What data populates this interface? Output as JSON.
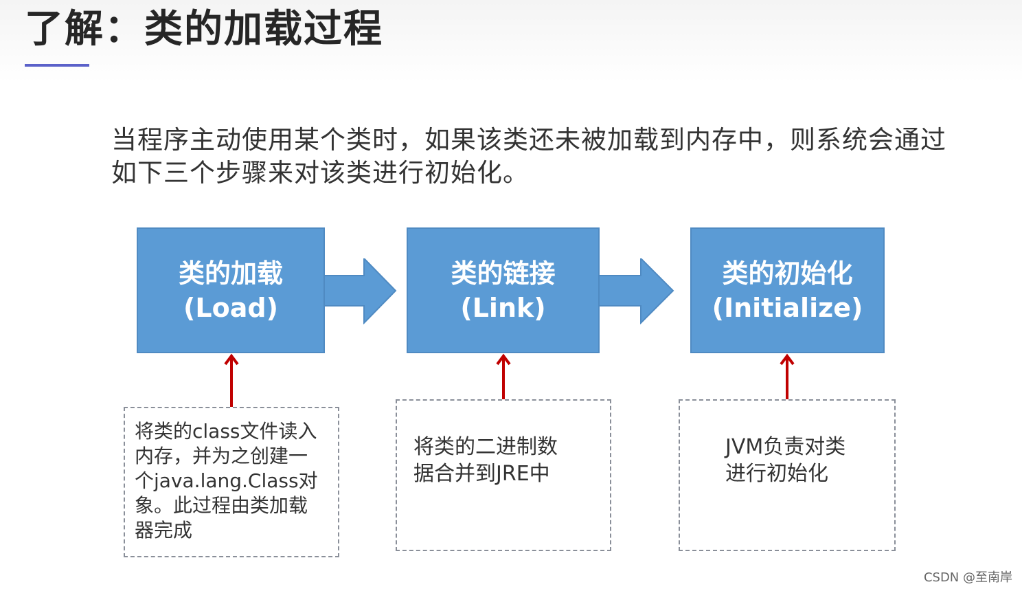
{
  "slide": {
    "title": "了解：类的加载过程",
    "intro_lines": [
      "当程序主动使用某个类时，如果该类还未被加载到内存中，则系统会通过",
      "如下三个步骤来对该类进行初始化。"
    ]
  },
  "stages": [
    {
      "title": "类的加载",
      "subtitle": "(Load)",
      "note_lines": [
        "将类的class文件读入",
        "内存，并为之创建一",
        "个java.lang.Class对",
        "象。此过程由类加载",
        "器完成"
      ]
    },
    {
      "title": "类的链接",
      "subtitle": "(Link)",
      "note_lines": [
        "将类的二进制数",
        "据合并到JRE中"
      ]
    },
    {
      "title": "类的初始化",
      "subtitle": "(Initialize)",
      "note_lines": [
        "JVM负责对类",
        "进行初始化"
      ]
    }
  ],
  "watermark": "CSDN @至南岸",
  "colors": {
    "stage_fill": "#5b9bd5",
    "arrow_fill": "#5b9bd5",
    "up_arrow": "#c00000",
    "title_underline": "#5b61c9",
    "note_border": "#8a8f99"
  }
}
